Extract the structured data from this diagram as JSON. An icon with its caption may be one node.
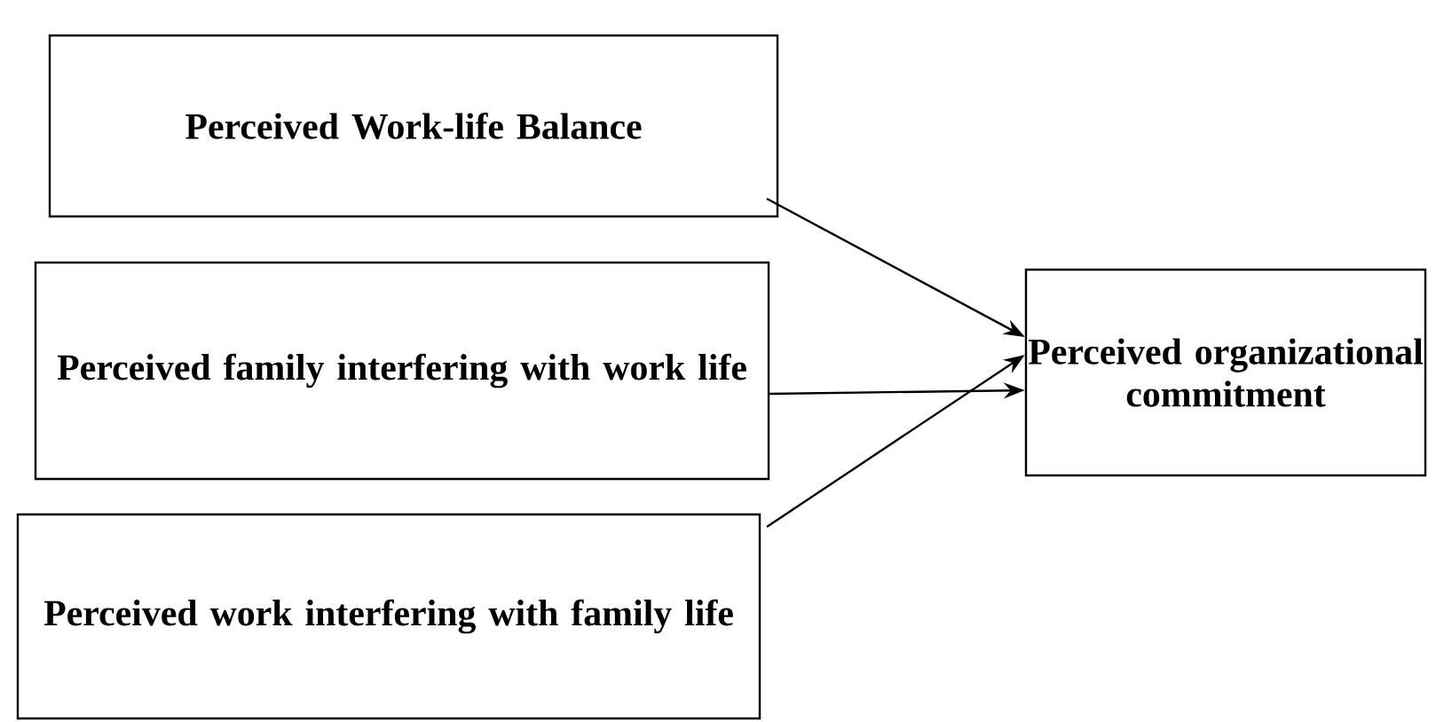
{
  "diagram": {
    "nodes": [
      {
        "text": [
          "Perceived Work-life Balance"
        ]
      },
      {
        "text": [
          "Perceived family interfering with work life"
        ]
      },
      {
        "text": [
          "Perceived work interfering with family life"
        ]
      },
      {
        "text": [
          "Perceived organizational commitment"
        ]
      }
    ],
    "edges": [
      {
        "from": 0,
        "to": 3,
        "arrow": "to"
      },
      {
        "from": 1,
        "to": 3,
        "arrow": "to"
      },
      {
        "from": 2,
        "to": 3,
        "arrow": "to"
      }
    ]
  }
}
